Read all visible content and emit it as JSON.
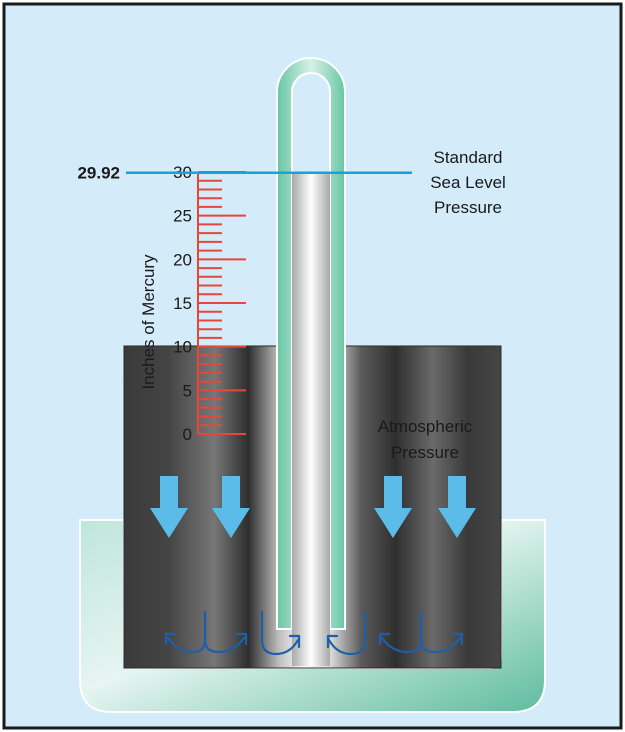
{
  "reading": {
    "value_label": "29.92",
    "level": 29.92
  },
  "scale": {
    "axis_label": "Inches of Mercury",
    "min": 0,
    "max": 30,
    "minor_step": 1,
    "major_step": 5,
    "ticks": [
      "0",
      "5",
      "10",
      "15",
      "20",
      "25",
      "30"
    ]
  },
  "labels": {
    "standard_line1": "Standard",
    "standard_line2": "Sea Level",
    "standard_line3": "Pressure",
    "atmo_line1": "Atmospheric",
    "atmo_line2": "Pressure"
  },
  "colors": {
    "background": "#d4ecf9",
    "border": "#1a1a1a",
    "scale": "#e5473a",
    "reference_line": "#19a1d8",
    "arrow": "#5bbbe9",
    "mercury": "#3d3d3d",
    "flow_arrow": "#1f5fa8"
  },
  "icons": {
    "pressure_arrows": "down-arrow-icon",
    "flow_arrows": "curved-arrow-icon"
  }
}
